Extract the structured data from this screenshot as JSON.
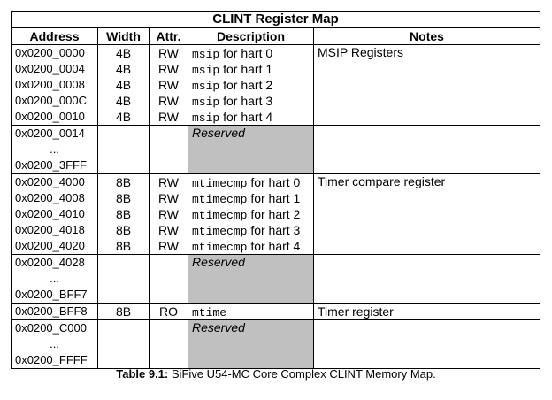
{
  "table": {
    "title": "CLINT Register Map",
    "headers": {
      "address": "Address",
      "width": "Width",
      "attr": "Attr.",
      "description": "Description",
      "notes": "Notes"
    },
    "msip": {
      "rows": [
        {
          "address": "0x0200_0000",
          "width": "4B",
          "attr": "RW",
          "reg": "msip",
          "hart": "for hart 0"
        },
        {
          "address": "0x0200_0004",
          "width": "4B",
          "attr": "RW",
          "reg": "msip",
          "hart": "for hart 1"
        },
        {
          "address": "0x0200_0008",
          "width": "4B",
          "attr": "RW",
          "reg": "msip",
          "hart": "for hart 2"
        },
        {
          "address": "0x0200_000C",
          "width": "4B",
          "attr": "RW",
          "reg": "msip",
          "hart": "for hart 3"
        },
        {
          "address": "0x0200_0010",
          "width": "4B",
          "attr": "RW",
          "reg": "msip",
          "hart": "for hart 4"
        }
      ],
      "note": "MSIP Registers"
    },
    "reserved1": {
      "start": "0x0200_0014",
      "dots": "...",
      "end": "0x0200_3FFF",
      "label": "Reserved"
    },
    "mtimecmp": {
      "rows": [
        {
          "address": "0x0200_4000",
          "width": "8B",
          "attr": "RW",
          "reg": "mtimecmp",
          "hart": "for hart 0"
        },
        {
          "address": "0x0200_4008",
          "width": "8B",
          "attr": "RW",
          "reg": "mtimecmp",
          "hart": "for hart 1"
        },
        {
          "address": "0x0200_4010",
          "width": "8B",
          "attr": "RW",
          "reg": "mtimecmp",
          "hart": "for hart 2"
        },
        {
          "address": "0x0200_4018",
          "width": "8B",
          "attr": "RW",
          "reg": "mtimecmp",
          "hart": "for hart 3"
        },
        {
          "address": "0x0200_4020",
          "width": "8B",
          "attr": "RW",
          "reg": "mtimecmp",
          "hart": "for hart 4"
        }
      ],
      "note": "Timer compare register"
    },
    "reserved2": {
      "start": "0x0200_4028",
      "dots": "...",
      "end": "0x0200_BFF7",
      "label": "Reserved"
    },
    "mtime": {
      "address": "0x0200_BFF8",
      "width": "8B",
      "attr": "RO",
      "reg": "mtime",
      "note": "Timer register"
    },
    "reserved3": {
      "start": "0x0200_C000",
      "dots": "...",
      "end": "0x0200_FFFF",
      "label": "Reserved"
    }
  },
  "caption": {
    "label": "Table 9.1:",
    "text": "SiFive U54-MC Core Complex CLINT Memory Map."
  }
}
